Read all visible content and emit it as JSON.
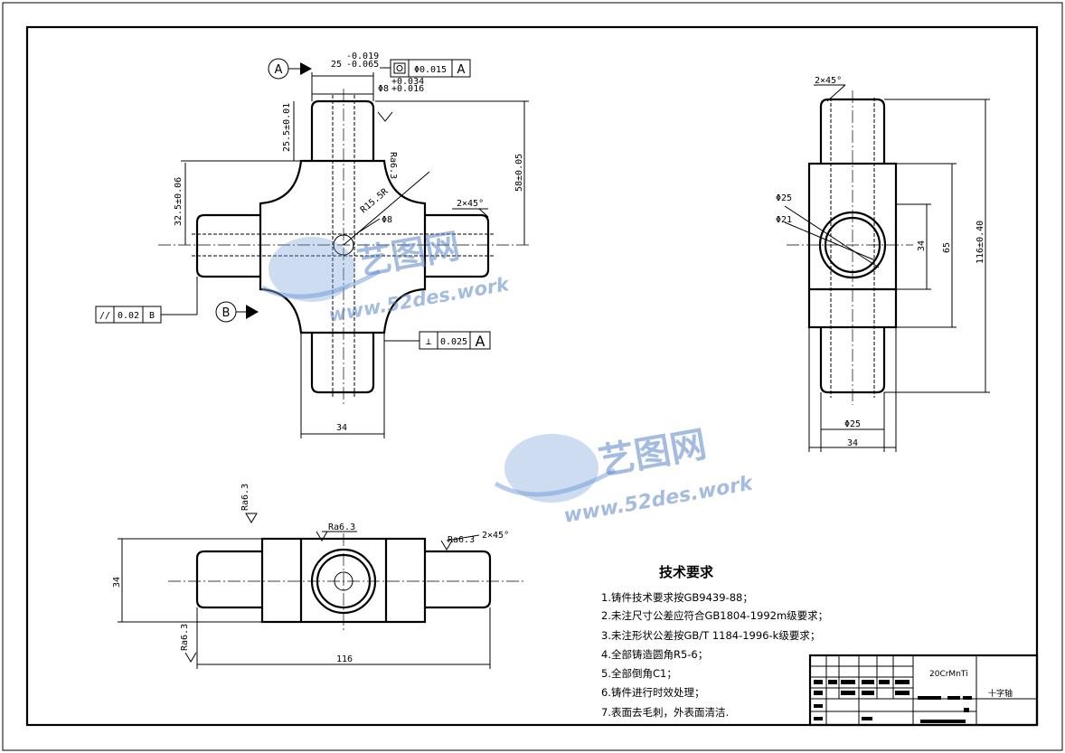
{
  "datum_labels": [
    "A",
    "B"
  ],
  "front_view": {
    "dim_top_horizontal": "25",
    "dim_top_tol": [
      "-0.019",
      "-0.065"
    ],
    "dim_pin_dia": "Φ8",
    "dim_pin_dia_tol": [
      "+0.034",
      "+0.016"
    ],
    "dim_pin_len": "25.5±0.01",
    "dim_left": "32.5±0.06",
    "dim_height": "58±0.05",
    "fillet": "R15.5R",
    "hole": "Φ8",
    "chamfer": "2×45°",
    "roughness": "Ra6.3",
    "width": "34",
    "fcf_position": {
      "value": "Φ0.015",
      "datum": "A"
    },
    "fcf_parallel": {
      "symbol": "//",
      "value": "0.02",
      "datum": "B"
    },
    "fcf_perp": {
      "symbol": "⊥",
      "value": "0.025",
      "datum": "A"
    }
  },
  "side_view": {
    "chamfer": "2×45°",
    "dia_outer": "Φ25",
    "dia_inner": "Φ21",
    "dim_34": "34",
    "dim_65": "65",
    "dim_116": "116±0.40",
    "dia_bottom": "Φ25",
    "width": "34"
  },
  "top_view": {
    "roughness": [
      "Ra6.3",
      "Ra6.3",
      "Ra6.3",
      "Ra6.3"
    ],
    "chamfer": "2×45°",
    "height": "34",
    "length": "116"
  },
  "tech_requirements": {
    "title": "技术要求",
    "items": [
      "1.铸件技术要求按GB9439-88；",
      "2.未注尺寸公差应符合GB1804-1992m级要求；",
      "3.未注形状公差按GB/T 1184-1996-k级要求；",
      "4.全部铸造圆角R5-6；",
      "5.全部倒角C1；",
      "6.铸件进行时效处理；",
      "7.表面去毛刺，外表面清洁."
    ]
  },
  "title_block": {
    "material": "20CrMnTi",
    "part_name": "十字轴"
  },
  "watermark": {
    "brand": "艺图网",
    "url": "www.52des.work"
  }
}
